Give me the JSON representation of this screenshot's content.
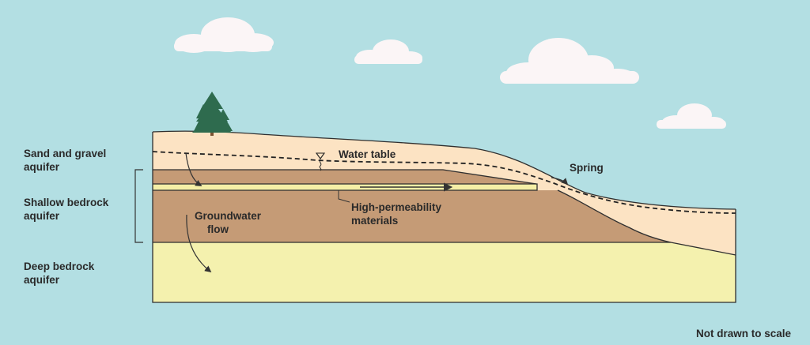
{
  "labels": {
    "sand_gravel": {
      "line1": "Sand and gravel",
      "line2": "aquifer"
    },
    "shallow_bedrock": {
      "line1": "Shallow bedrock",
      "line2": "aquifer"
    },
    "deep_bedrock": {
      "line1": "Deep bedrock",
      "line2": "aquifer"
    },
    "water_table": "Water table",
    "spring": "Spring",
    "groundwater_flow": {
      "line1": "Groundwater",
      "line2": "flow"
    },
    "high_permeability": {
      "line1": "High-permeability",
      "line2": "materials"
    },
    "scale_note": "Not drawn to scale"
  },
  "colors": {
    "sky": "#b3dfe3",
    "sand_gravel": "#fce3c3",
    "shallow_bedrock": "#c59b76",
    "high_permeability": "#f5efa6",
    "deep_bedrock": "#f4f1ae",
    "tree": "#2e6b4e",
    "cloud": "#fbf5f6"
  }
}
